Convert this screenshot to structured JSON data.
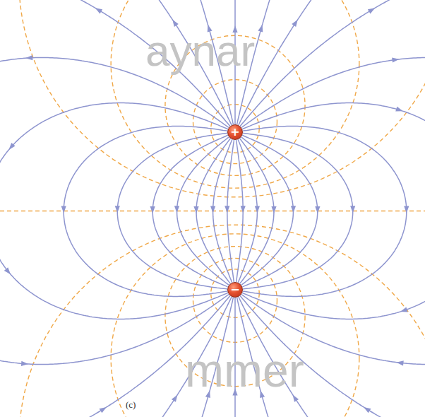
{
  "diagram": {
    "nodes": [
      {
        "text": [
          "+"
        ]
      },
      {
        "text": [
          "−"
        ]
      }
    ],
    "edges": [
      {
        "from": 0,
        "to": 1,
        "arrow": "to"
      },
      {
        "from": 0,
        "to": 1,
        "arrow": "to"
      },
      {
        "from": 0,
        "to": 1,
        "arrow": "to"
      },
      {
        "from": 0,
        "to": 1,
        "arrow": "to"
      },
      {
        "from": 0,
        "to": 1,
        "arrow": "to"
      },
      {
        "from": 0,
        "to": 1,
        "arrow": "to"
      },
      {
        "from": 0,
        "to": 1,
        "arrow": "to"
      },
      {
        "from": 0,
        "to": 1,
        "arrow": "to"
      },
      {
        "from": 0,
        "to": 1,
        "arrow": "to"
      },
      {
        "from": 0,
        "to": 1,
        "arrow": "to"
      },
      {
        "from": 0,
        "to": 1,
        "arrow": "to"
      },
      {
        "from": 0,
        "to": 1,
        "arrow": "to"
      },
      {
        "from": 0,
        "to": 1,
        "arrow": "to"
      },
      {
        "from": 0,
        "to": 1,
        "arrow": "to"
      }
    ],
    "labels": [
      "(c)",
      "aynar",
      "mmer"
    ]
  }
}
